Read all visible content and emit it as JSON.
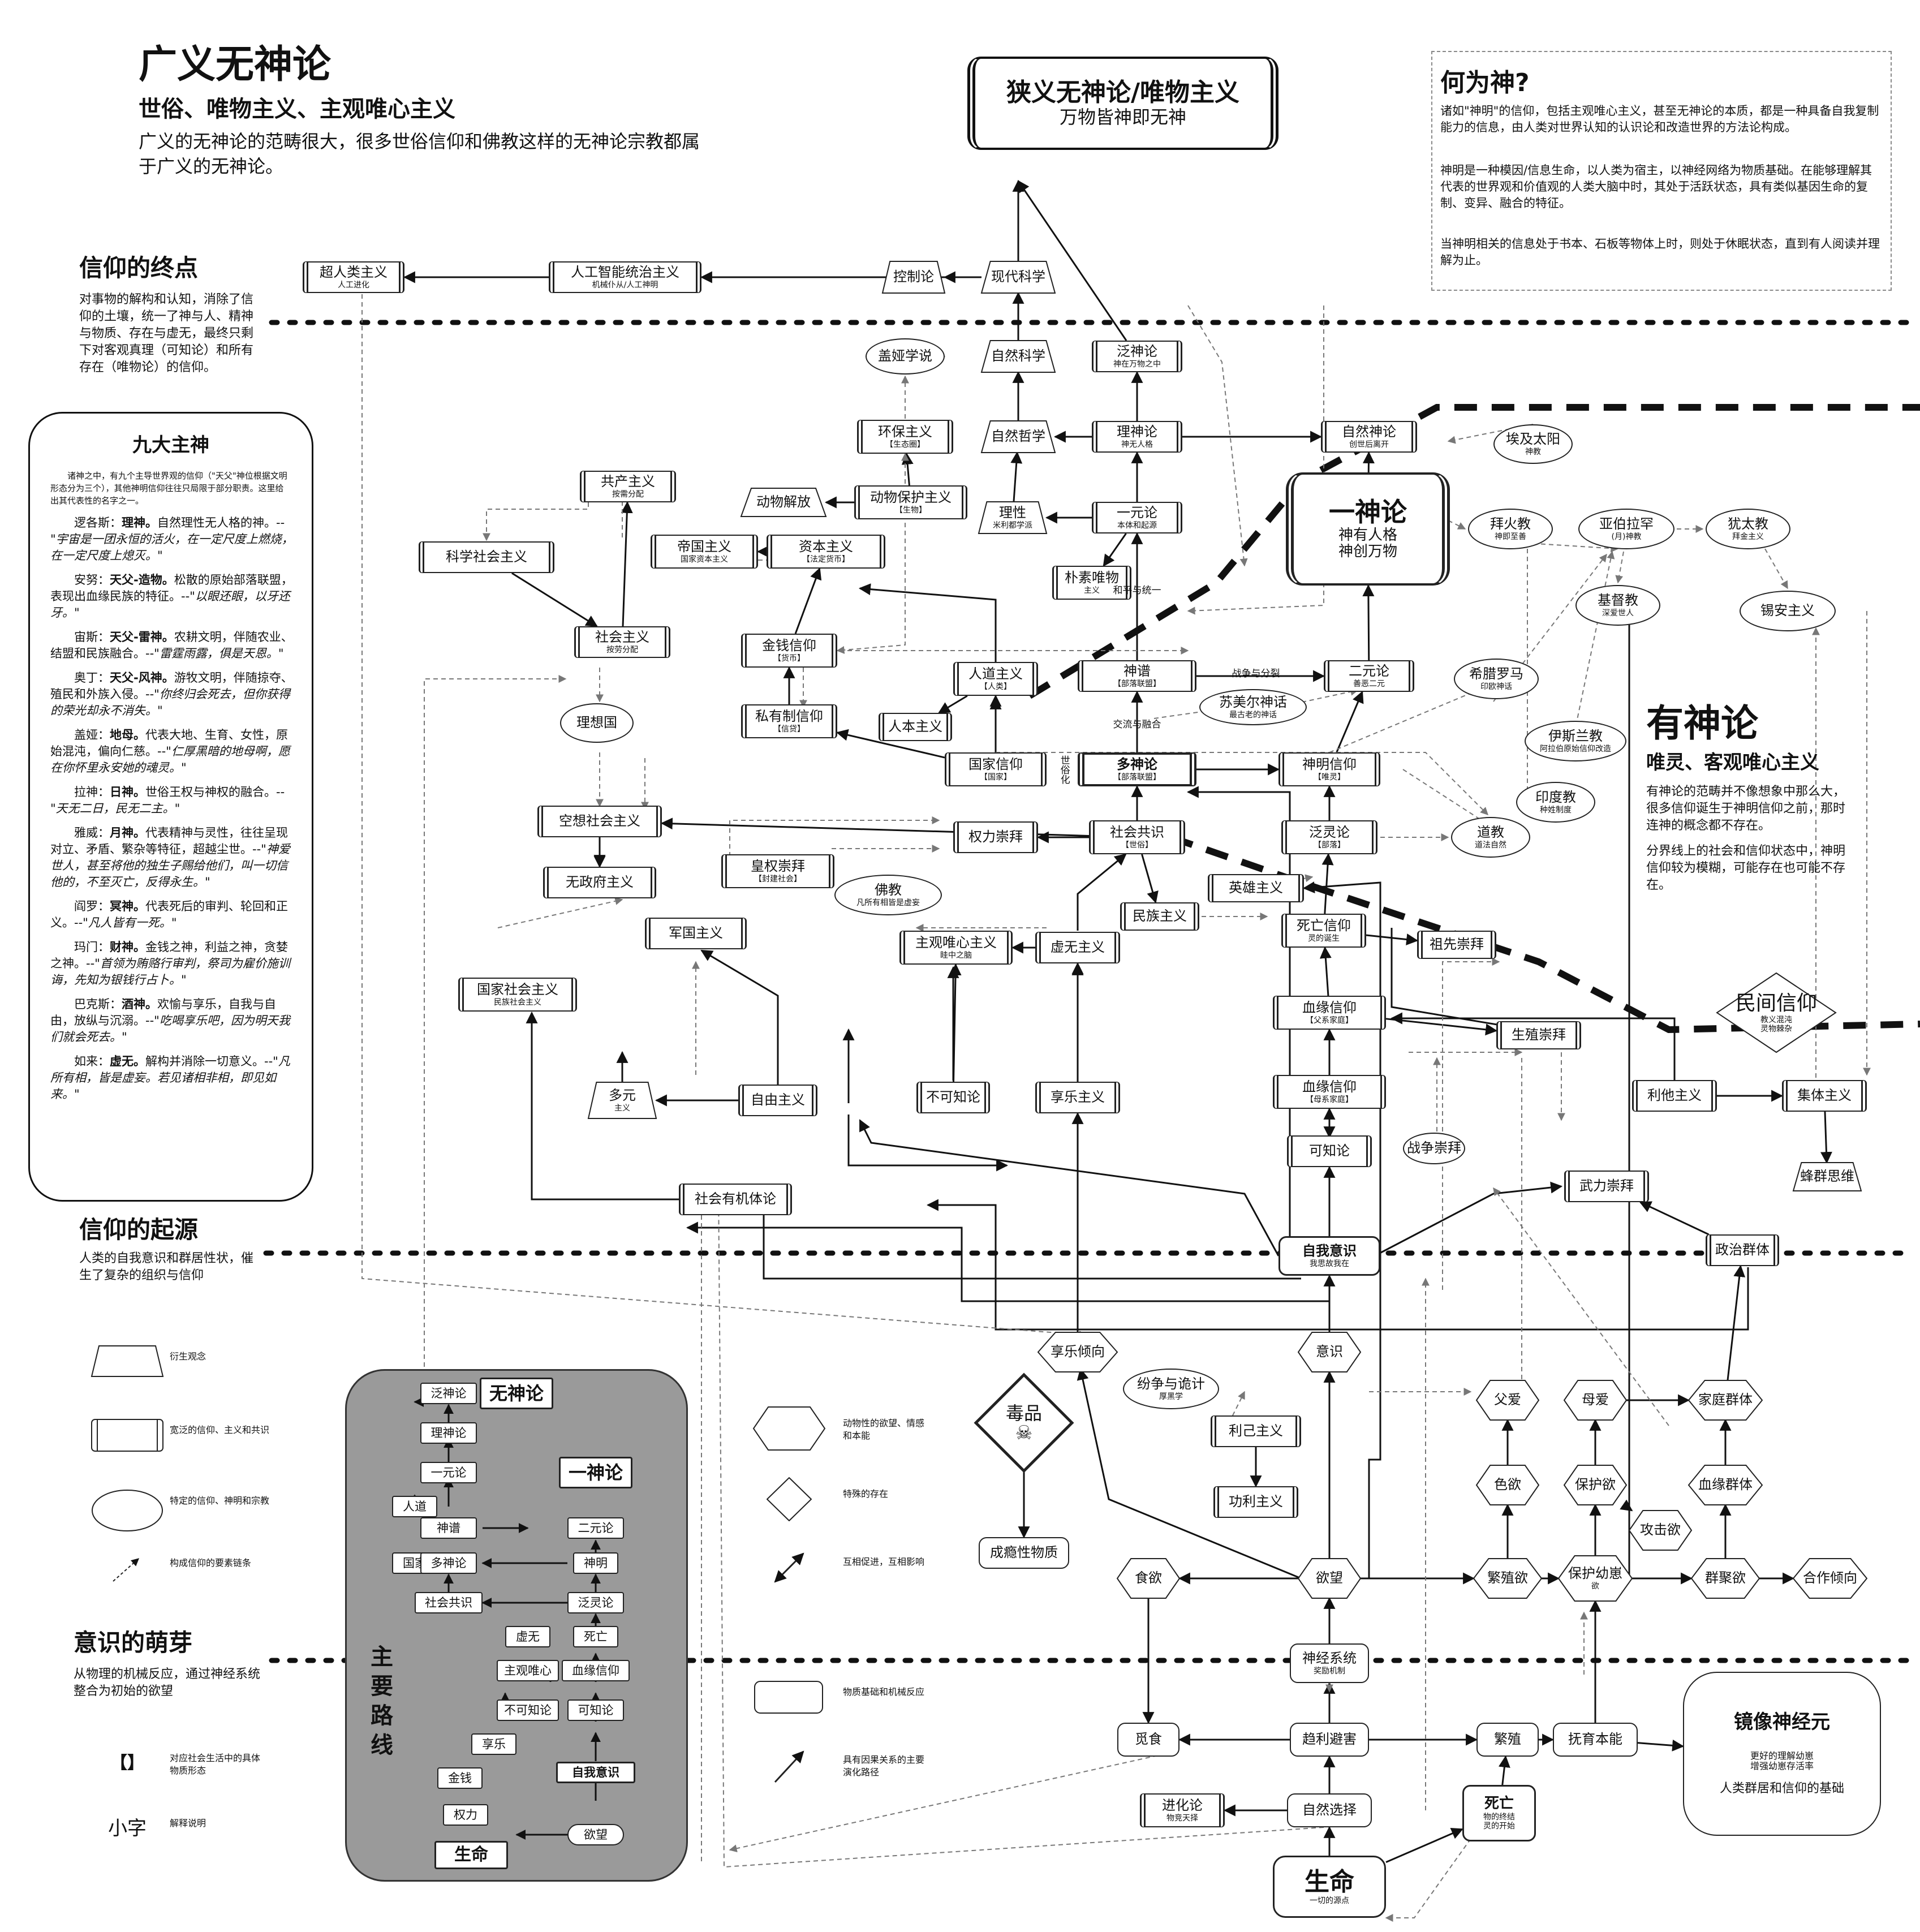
{
  "header": {
    "title": "广义无神论",
    "subtitle": "世俗、唯物主义、主观唯心主义",
    "description": "广义的无神论的范畴很大，很多世俗信仰和佛教这样的无神论宗教都属于广义的无神论。"
  },
  "top_center": {
    "title": "狭义无神论/唯物主义",
    "subtitle": "万物皆神即无神"
  },
  "what_is_god": {
    "title": "何为神?",
    "p1": "诸如\"神明\"的信仰，包括主观唯心主义，甚至无神论的本质，都是一种具备自我复制能力的信息，由人类对世界认知的认识论和改造世界的方法论构成。",
    "p2": "神明是一种模因/信息生命，以人类为宿主，以神经网络为物质基础。在能够理解其代表的世界观和价值观的人类大脑中时，其处于活跃状态，具有类似基因生命的复制、变异、融合的特征。",
    "p3": "当神明相关的信息处于书本、石板等物体上时，则处于休眠状态，直到有人阅读并理解为止。"
  },
  "sections": {
    "end": {
      "title": "信仰的终点",
      "desc": "对事物的解构和认知，消除了信仰的土壤，统一了神与人、精神与物质、存在与虚无，最终只剩下对客观真理（可知论）和所有存在（唯物论）的信仰。"
    },
    "origin": {
      "title": "信仰的起源",
      "desc": "人类的自我意识和群居性状，催生了复杂的组织与信仰"
    },
    "sprout": {
      "title": "意识的萌芽",
      "desc": "从物理的机械反应，通过神经系统整合为初始的欲望"
    }
  },
  "nine_gods": {
    "title": "九大主神",
    "intro": "诸神之中，有九个主导世界观的信仰（\"天父\"神位根据文明形态分为三个），其他神明信仰往往只局限于部分职责。这里给出其代表性的名字之一。",
    "gods": [
      {
        "name": "逻各斯：",
        "role": "理神。",
        "text": "自然理性无人格的神。--",
        "quote": "\"宇宙是一团永恒的活火，在一定尺度上燃烧，在一定尺度上熄灭。\""
      },
      {
        "name": "安努：",
        "role": "天父-造物。",
        "text": "松散的原始部落联盟，表现出血缘民族的特征。--",
        "quote": "\"以眼还眼，以牙还牙。\""
      },
      {
        "name": "宙斯：",
        "role": "天父-雷神。",
        "text": "农耕文明，伴随农业、结盟和民族融合。--",
        "quote": "\"雷霆雨露，俱是天恩。\""
      },
      {
        "name": "奥丁：",
        "role": "天父-风神。",
        "text": "游牧文明，伴随掠夺、殖民和外族入侵。--",
        "quote": "\"你终归会死去，但你获得的荣光却永不消失。\""
      },
      {
        "name": "盖娅：",
        "role": "地母。",
        "text": "代表大地、生育、女性，原始混沌，偏向仁慈。--",
        "quote": "\"仁厚黑暗的地母啊，愿在你怀里永安她的魂灵。\""
      },
      {
        "name": "拉神：",
        "role": "日神。",
        "text": "世俗王权与神权的融合。--",
        "quote": "\"天无二日，民无二主。\""
      },
      {
        "name": "雅威：",
        "role": "月神。",
        "text": "代表精神与灵性，往往呈现对立、矛盾、繁杂等特征，超越尘世。--",
        "quote": "\"神爱世人，甚至将他的独生子赐给他们，叫一切信他的，不至灭亡，反得永生。\""
      },
      {
        "name": "阎罗：",
        "role": "冥神。",
        "text": "代表死后的审判、轮回和正义。--",
        "quote": "\"凡人皆有一死。\""
      },
      {
        "name": "玛门：",
        "role": "财神。",
        "text": "金钱之神，利益之神，贪婪之神。--",
        "quote": "\"首领为贿赂行审判，祭司为雇价施训诲，先知为银钱行占卜。\""
      },
      {
        "name": "巴克斯：",
        "role": "酒神。",
        "text": "欢愉与享乐，自我与自由，放纵与沉溺。--",
        "quote": "\"吃喝享乐吧，因为明天我们就会死去。\""
      },
      {
        "name": "如来：",
        "role": "虚无。",
        "text": "解构并消除一切意义。--",
        "quote": "\"凡所有相，皆是虚妄。若见诸相非相，即见如来。\""
      }
    ]
  },
  "theism": {
    "title": "有神论",
    "subtitle": "唯灵、客观唯心主义",
    "p1": "有神论的范畴并不像想象中那么大，很多信仰诞生于神明信仰之前，那时连神的概念都不存在。",
    "p2": "分界线上的社会和信仰状态中，神明信仰较为模糊，可能存在也可能不存在。"
  },
  "legend": [
    {
      "shape": "trapezoid",
      "text": "衍生观念"
    },
    {
      "shape": "rect",
      "text": "宽泛的信仰、主义和共识"
    },
    {
      "shape": "ellipse",
      "text": "特定的信仰、神明和宗教"
    },
    {
      "shape": "dashed-arrow",
      "text": "构成信仰的要素链条"
    },
    {
      "shape": "bracket",
      "symbol": "【】",
      "text": "对应社会生活中的具体物质形态"
    },
    {
      "shape": "small",
      "symbol": "小字",
      "text": "解释说明"
    }
  ],
  "legend2": [
    {
      "shape": "hexagon",
      "text": "动物性的欲望、情感和本能"
    },
    {
      "shape": "diamond",
      "text": "特殊的存在"
    },
    {
      "shape": "double-arrow",
      "text": "互相促进，互相影响"
    },
    {
      "shape": "plain-rect",
      "text": "物质基础和机械反应"
    },
    {
      "shape": "arrow",
      "text": "具有因果关系的主要演化路径"
    }
  ],
  "main_route": {
    "title": "主要路线",
    "nodes": [
      "泛神论",
      "无神论",
      "理神论",
      "一元论",
      "一神论",
      "人道",
      "神谱",
      "二元论",
      "国家",
      "多神论",
      "神明",
      "社会共识",
      "泛灵论",
      "虚无",
      "死亡",
      "主观唯心",
      "血缘信仰",
      "不可知论",
      "可知论",
      "享乐",
      "金钱",
      "自我意识",
      "权力",
      "生命",
      "欲望"
    ]
  },
  "nodes": {
    "superhuman": {
      "t": "超人类主义",
      "s": "人工进化"
    },
    "ai_rule": {
      "t": "人工智能统治主义",
      "s": "机械仆从/人工神明"
    },
    "control": {
      "t": "控制论"
    },
    "modern_sci": {
      "t": "现代科学"
    },
    "gaia": {
      "t": "盖娅学说"
    },
    "nat_sci": {
      "t": "自然科学"
    },
    "pantheism": {
      "t": "泛神论",
      "s": "神在万物之中"
    },
    "env": {
      "t": "环保主义",
      "s": "【生态圈】"
    },
    "nat_phil": {
      "t": "自然哲学"
    },
    "deism": {
      "t": "理神论",
      "s": "神无人格"
    },
    "nat_theo": {
      "t": "自然神论",
      "s": "创世后离开"
    },
    "egypt": {
      "t": "埃及太阳",
      "s": "神教"
    },
    "communism": {
      "t": "共产主义",
      "s": "按需分配"
    },
    "animal_lib": {
      "t": "动物解放"
    },
    "animal_prot": {
      "t": "动物保护主义",
      "s": "【生物】"
    },
    "reason": {
      "t": "理性",
      "s": "米利都学派"
    },
    "monism": {
      "t": "一元论",
      "s": "本体和起源"
    },
    "monotheism": {
      "t": "一神论",
      "s": "神有人格\n神创万物"
    },
    "zoro": {
      "t": "拜火教",
      "s": "神即至善"
    },
    "abraham": {
      "t": "亚伯拉罕",
      "s": "(月)神教"
    },
    "judaism": {
      "t": "犹太教",
      "s": "拜金主义"
    },
    "sci_soc": {
      "t": "科学社会主义"
    },
    "empire": {
      "t": "帝国主义",
      "s": "国家资本主义"
    },
    "capitalism": {
      "t": "资本主义",
      "s": "【法定货币】"
    },
    "naive_mat": {
      "t": "朴素唯物",
      "s": "主义"
    },
    "harmony": {
      "t": "和平与统一"
    },
    "christ": {
      "t": "基督教",
      "s": "深爱世人"
    },
    "sikh": {
      "t": "锡安主义"
    },
    "socialism": {
      "t": "社会主义",
      "s": "按劳分配"
    },
    "money": {
      "t": "金钱信仰",
      "s": "【货币】"
    },
    "humanism": {
      "t": "人道主义",
      "s": "【人类】"
    },
    "pantheon": {
      "t": "神谱",
      "s": "【部落联盟】"
    },
    "war_split": {
      "t": "战争与分裂"
    },
    "dualism": {
      "t": "二元论",
      "s": "善恶二元"
    },
    "greek": {
      "t": "希腊罗马",
      "s": "印欧神话"
    },
    "sumer": {
      "t": "苏美尔神话",
      "s": "最古老的神话"
    },
    "exchange": {
      "t": "交流与融合"
    },
    "private": {
      "t": "私有制信仰",
      "s": "【信贷】"
    },
    "ideal": {
      "t": "理想国"
    },
    "anthro": {
      "t": "人本主义"
    },
    "islam": {
      "t": "伊斯兰教",
      "s": "阿拉伯原始信仰改造"
    },
    "state": {
      "t": "国家信仰",
      "s": "【国家】"
    },
    "secular": {
      "t": "世俗化"
    },
    "polytheism": {
      "t": "多神论",
      "s": "【部落联盟】"
    },
    "god_faith": {
      "t": "神明信仰",
      "s": "【唯灵】"
    },
    "hindu": {
      "t": "印度教",
      "s": "种姓制度"
    },
    "utopian": {
      "t": "空想社会主义"
    },
    "power": {
      "t": "权力崇拜"
    },
    "consensus": {
      "t": "社会共识",
      "s": "【世俗】"
    },
    "animism": {
      "t": "泛灵论",
      "s": "【部落】"
    },
    "taoism": {
      "t": "道教",
      "s": "道法自然"
    },
    "anarchism": {
      "t": "无政府主义"
    },
    "monarch": {
      "t": "皇权崇拜",
      "s": "【封建社会】"
    },
    "buddhism": {
      "t": "佛教",
      "s": "凡所有相皆是虚妄"
    },
    "hero": {
      "t": "英雄主义"
    },
    "militarism": {
      "t": "军国主义"
    },
    "nationalism": {
      "t": "民族主义"
    },
    "death_faith": {
      "t": "死亡信仰",
      "s": "灵的诞生"
    },
    "ancestor": {
      "t": "祖先崇拜"
    },
    "subj_ideal": {
      "t": "主观唯心主义",
      "s": "眭中之脑"
    },
    "nihilism": {
      "t": "虚无主义"
    },
    "folk": {
      "t": "民间信仰",
      "s": "教义混沌\n灵物棘杂"
    },
    "nat_soc": {
      "t": "国家社会主义",
      "s": "民族社会主义"
    },
    "patri": {
      "t": "血缘信仰",
      "s": "【父系家庭】"
    },
    "fertility": {
      "t": "生殖崇拜"
    },
    "plural": {
      "t": "多元",
      "s": "主义"
    },
    "liberal": {
      "t": "自由主义"
    },
    "agnostic": {
      "t": "不可知论"
    },
    "hedonism": {
      "t": "享乐主义"
    },
    "matri": {
      "t": "血缘信仰",
      "s": "【母系家庭】"
    },
    "altruism": {
      "t": "利他主义"
    },
    "collect": {
      "t": "集体主义"
    },
    "war_cult": {
      "t": "战争崇拜"
    },
    "gnostic": {
      "t": "可知论"
    },
    "hive": {
      "t": "蜂群思维"
    },
    "force": {
      "t": "武力崇拜"
    },
    "organic": {
      "t": "社会有机体论"
    },
    "self": {
      "t": "自我意识",
      "s": "我思故我在"
    },
    "pol_group": {
      "t": "政治群体"
    },
    "pleasure": {
      "t": "享乐倾向"
    },
    "conscious": {
      "t": "意识"
    },
    "conflict": {
      "t": "纷争与诡计",
      "s": "厚黑学"
    },
    "drug": {
      "t": "毒品"
    },
    "egoism": {
      "t": "利己主义"
    },
    "father_love": {
      "t": "父爱"
    },
    "mother_love": {
      "t": "母爱"
    },
    "family": {
      "t": "家庭群体"
    },
    "utility": {
      "t": "功利主义"
    },
    "lust": {
      "t": "色欲"
    },
    "protect": {
      "t": "保护欲"
    },
    "blood_group": {
      "t": "血缘群体"
    },
    "attack": {
      "t": "攻击欲"
    },
    "addict": {
      "t": "成瘾性物质"
    },
    "food": {
      "t": "食欲"
    },
    "desire": {
      "t": "欲望"
    },
    "breed_d": {
      "t": "繁殖欲"
    },
    "care": {
      "t": "保护幼崽",
      "s": "欲"
    },
    "gather": {
      "t": "群聚欲"
    },
    "coop": {
      "t": "合作倾向"
    },
    "neural": {
      "t": "神经系统",
      "s": "奖励机制"
    },
    "forage": {
      "t": "觅食"
    },
    "seek": {
      "t": "趋利避害"
    },
    "breed": {
      "t": "繁殖"
    },
    "nurture": {
      "t": "抚育本能"
    },
    "mirror": {
      "t": "镜像神经元",
      "s": "更好的理解幼崽\n增强幼崽存活率",
      "s2": "人类群居和信仰的基础"
    },
    "evolution": {
      "t": "进化论",
      "s": "物竞天择"
    },
    "selection": {
      "t": "自然选择"
    },
    "death": {
      "t": "死亡",
      "s": "物的终结\n灵的开始"
    },
    "life": {
      "t": "生命",
      "s": "一切的源点"
    }
  }
}
